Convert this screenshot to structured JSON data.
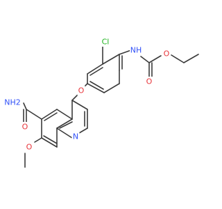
{
  "colors": {
    "bond": "#3a3a3a",
    "carbon_text": "#3a3a3a",
    "oxygen": "#e8343a",
    "nitrogen": "#3050f8",
    "chlorine": "#1fb41f"
  },
  "atoms": [
    {
      "id": "cl",
      "element": "Cl",
      "label": "Cl"
    },
    {
      "id": "nh_carbamate",
      "element": "N",
      "label": "NH"
    },
    {
      "id": "o_ester",
      "element": "O",
      "label": "O"
    },
    {
      "id": "o_carbonyl",
      "element": "O",
      "label": "O"
    },
    {
      "id": "o_ether",
      "element": "O",
      "label": "O"
    },
    {
      "id": "nh2_amide",
      "element": "N",
      "label": "NH2"
    },
    {
      "id": "o_amide",
      "element": "O",
      "label": "O"
    },
    {
      "id": "o_methoxy",
      "element": "O",
      "label": "O"
    },
    {
      "id": "n_quinoline",
      "element": "N",
      "label": "N"
    }
  ]
}
